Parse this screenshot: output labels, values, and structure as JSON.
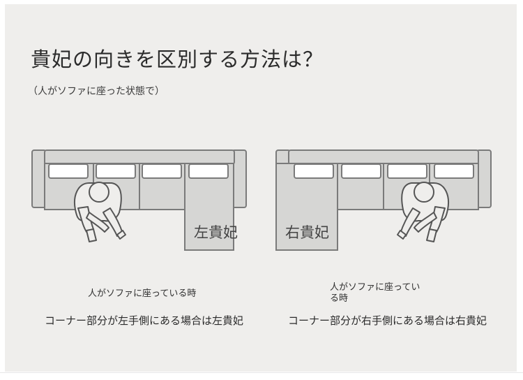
{
  "title": "貴妃の向きを区別する方法は？",
  "subtitle": "（人がソファに座った状態で）",
  "left": {
    "chaise_label": "左貴妃",
    "caption_small": "人がソファに座っている時",
    "caption_big": "コーナー部分が左手側にある場合は左貴妃"
  },
  "right": {
    "chaise_label": "右貴妃",
    "caption_small_line1": "人がソファに座ってい",
    "caption_small_line2": "る時",
    "caption_big": "コーナー部分が右手側にある場合は右貴妃"
  },
  "colors": {
    "background": "#efeeec",
    "sofa_fill": "#d6d6d4",
    "cushion_fill": "#ffffff",
    "outline": "#7a7a7a"
  }
}
